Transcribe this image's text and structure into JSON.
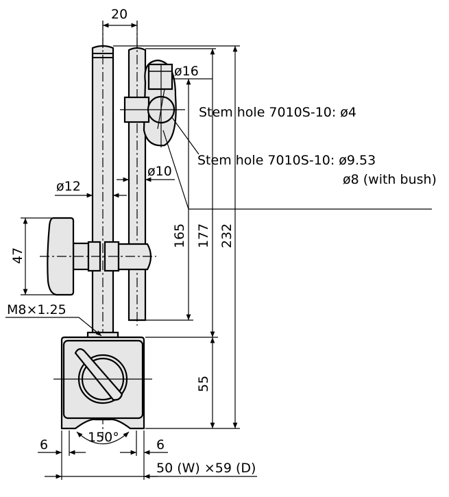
{
  "drawing": {
    "dimensions": {
      "rod_spacing": "20",
      "clamp_diameter": "ø16",
      "stem_hole_small": "Stem hole 7010S-10: ø4",
      "stem_hole_large": "Stem hole 7010S-10: ø9.53",
      "stem_hole_bush": "ø8 (with bush)",
      "small_rod_diameter": "ø10",
      "main_rod_diameter": "ø12",
      "knob_height": "47",
      "thread": "M8×1.25",
      "height_165": "165",
      "height_177": "177",
      "height_232": "232",
      "base_height": "55",
      "v_angle": "150°",
      "margin_left": "6",
      "margin_right": "6",
      "base_size": "50 (W) ×59 (D)"
    }
  }
}
